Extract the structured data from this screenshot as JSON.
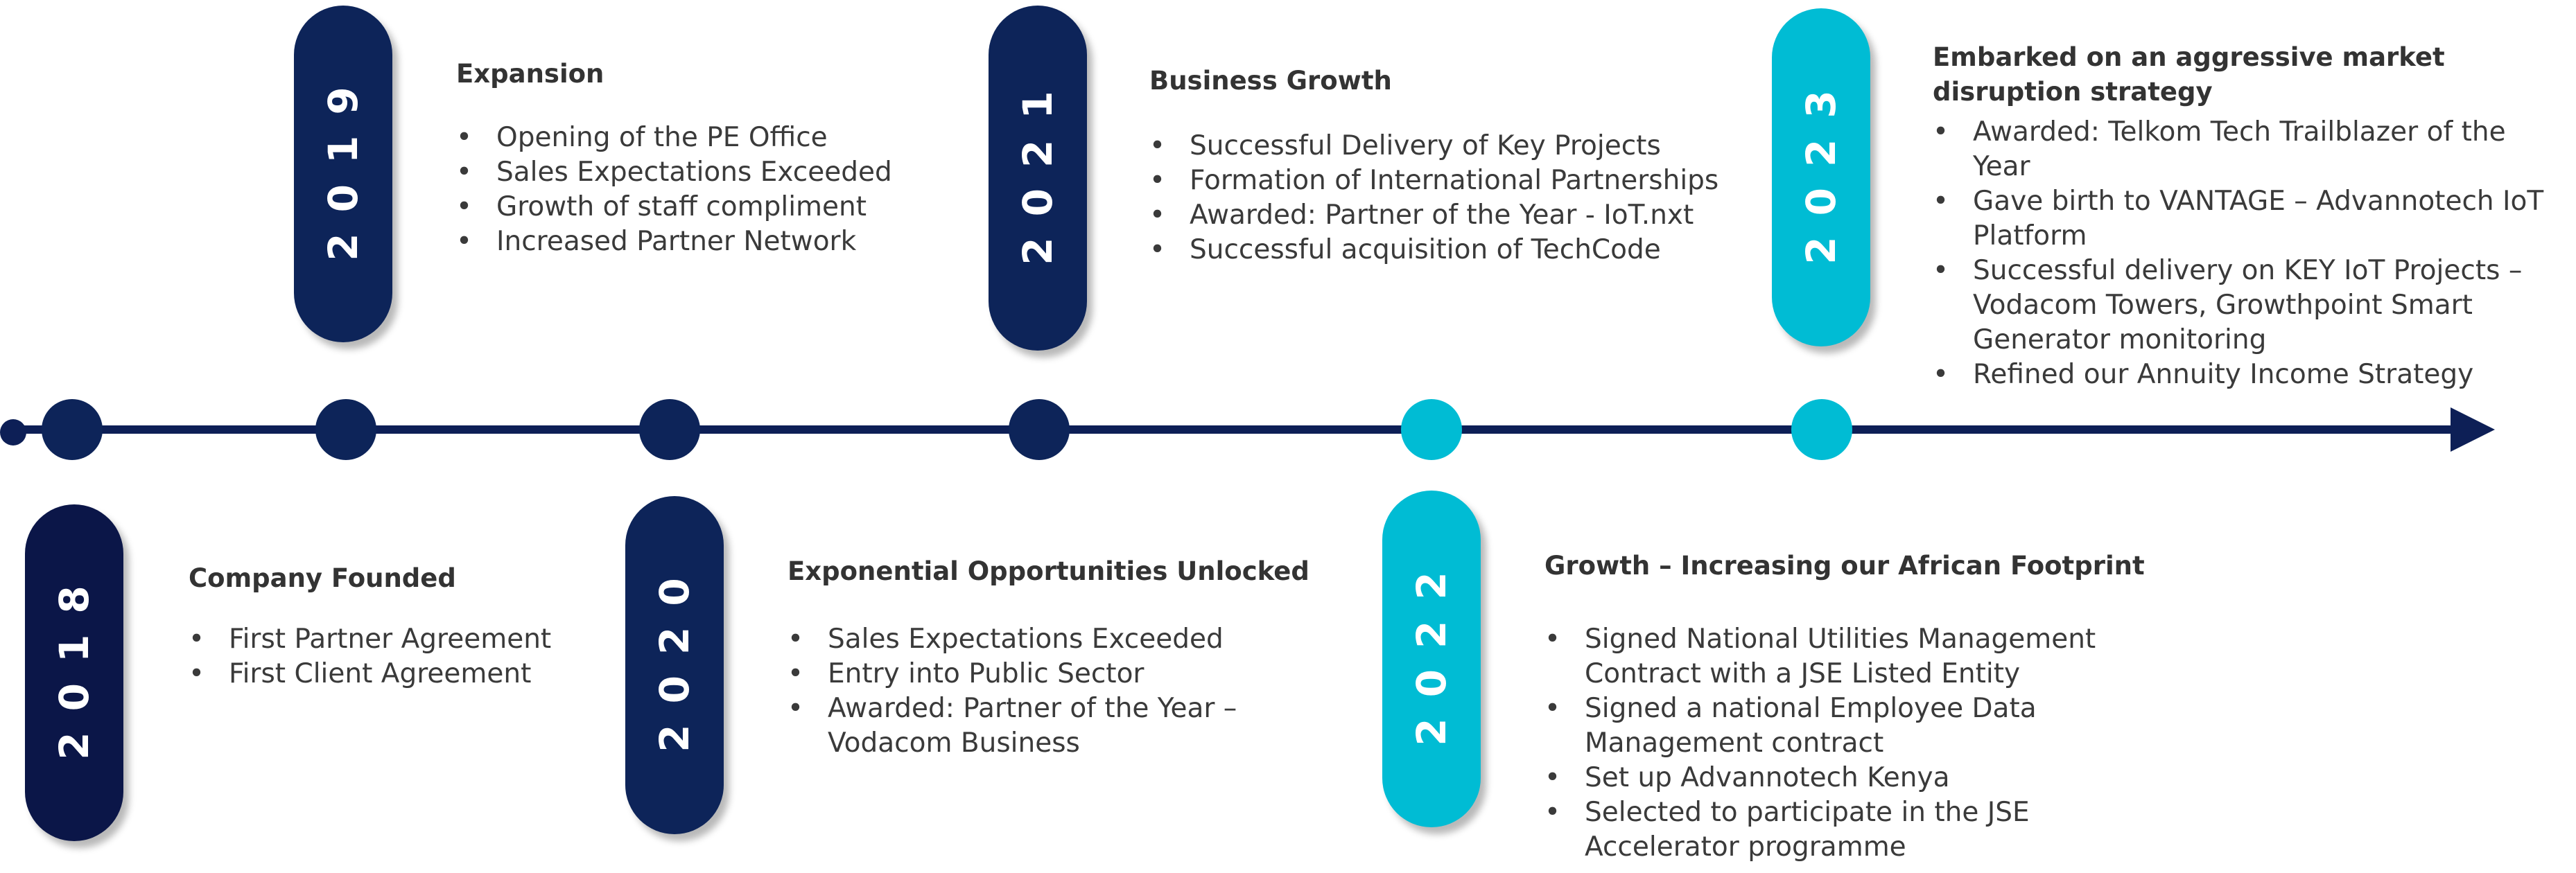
{
  "timeline": {
    "colors": {
      "navy": "#0d2459",
      "cyan": "#00bcd4",
      "line": "#0d1f56",
      "text": "#333333"
    },
    "milestones": [
      {
        "year": "2018",
        "title": "Company Founded",
        "items": [
          "First Partner Agreement",
          "First Client Agreement"
        ]
      },
      {
        "year": "2019",
        "title": "Expansion",
        "items": [
          "Opening of the PE Office",
          "Sales Expectations Exceeded",
          "Growth of staff compliment",
          "Increased Partner Network"
        ]
      },
      {
        "year": "2020",
        "title": "Exponential Opportunities Unlocked",
        "items": [
          "Sales Expectations Exceeded",
          "Entry into Public Sector",
          "Awarded: Partner of the Year – Vodacom Business"
        ]
      },
      {
        "year": "2021",
        "title": "Business Growth",
        "items": [
          "Successful Delivery of Key Projects",
          "Formation of International Partnerships",
          "Awarded: Partner of the Year - IoT.nxt",
          "Successful acquisition of TechCode"
        ]
      },
      {
        "year": "2022",
        "title": "Growth – Increasing our African Footprint",
        "items": [
          "Signed National Utilities Management Contract with a JSE Listed Entity",
          "Signed a national Employee Data Management contract",
          "Set up Advannotech Kenya",
          "Selected to participate in the JSE Accelerator programme"
        ]
      },
      {
        "year": "2023",
        "title": "Embarked on an aggressive market disruption strategy",
        "items": [
          "Awarded: Telkom Tech Trailblazer of the Year",
          "Gave birth to VANTAGE – Advannotech IoT Platform",
          "Successful delivery on KEY IoT Projects – Vodacom Towers, Growthpoint Smart Generator monitoring",
          "Refined our Annuity Income Strategy"
        ]
      }
    ]
  }
}
